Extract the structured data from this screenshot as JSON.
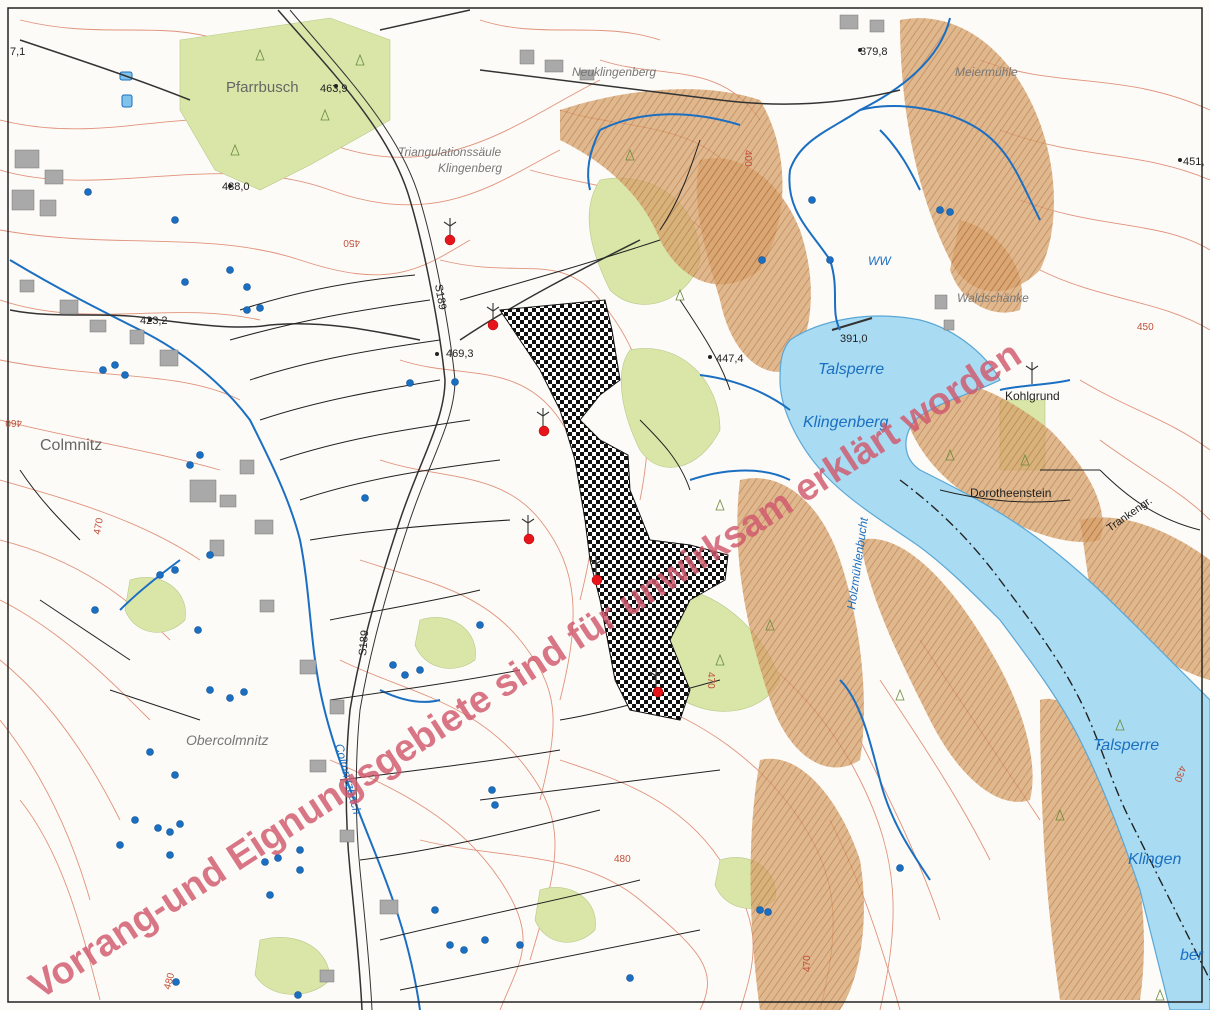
{
  "map": {
    "places": {
      "pfarrbusch": "Pfarrbusch",
      "neuklingenberg": "Neuklingenberg",
      "triangulation_1": "Triangulationssäule",
      "triangulation_2": "Klingenberg",
      "colmnitz": "Colmnitz",
      "obercolmnitz": "Obercolmnitz",
      "waldschaenke": "Waldschänke",
      "kohlgrund": "Kohlgrund",
      "dorotheenstein": "Dorotheenstein",
      "trankengr": "Trankengr.",
      "muehle": "Meiermühle",
      "holzmuehlenbucht": "Holzmühlenbucht",
      "colmnitzbach": "Colmnitzbach",
      "ww": "WW"
    },
    "water": {
      "talsperre_1": "Talsperre",
      "klingenberg_1": "Klingenberg",
      "talsperre_2": "Talsperre",
      "klingenberg_2": "Klingen",
      "ber": "ber"
    },
    "elevations": {
      "e1": "463,9",
      "e2": "438,0",
      "e3": "423,2",
      "e4": "469,3",
      "e5": "447,4",
      "e6": "379,8",
      "e7": "451,",
      "e8": "391,0",
      "e9": "7,1"
    },
    "contours": {
      "c450a": "450",
      "c460a": "460",
      "c470a": "470",
      "c480a": "480",
      "c480b": "480",
      "c470b": "470",
      "c450b": "450",
      "c430": "430",
      "c400": "400",
      "c470c": "470"
    },
    "roads": {
      "s189a": "S189",
      "s189b": "S189"
    },
    "watermark": "Vorrang-und Eignungsgebiete sind für unwirksam erklärt worden",
    "colors": {
      "lake": "#a9dcf2",
      "forest": "#d9e6a8",
      "slope": "#c98a4a",
      "contour": "#d9826a",
      "road": "#333333",
      "stream": "#1b6fc2",
      "turbine_marker": "#e8141c",
      "watermark": "#d0586c"
    }
  }
}
